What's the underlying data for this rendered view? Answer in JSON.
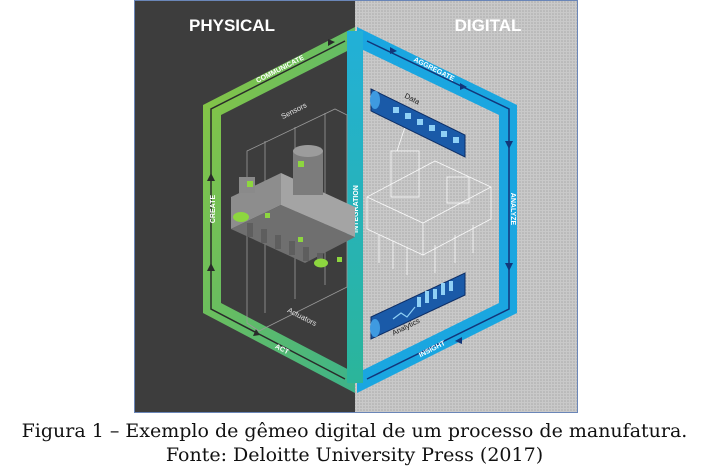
{
  "diagram": {
    "left_title": "PHYSICAL",
    "right_title": "DIGITAL",
    "labels": {
      "communicate": "COMMUNICATE",
      "aggregate": "AGGREGATE",
      "analyze": "ANALYZE",
      "insight": "INSIGHT",
      "act": "ACT",
      "create": "CREATE",
      "integration": "INTEGRATION",
      "sensors": "Sensors",
      "actuators": "Actuators",
      "data": "Data",
      "analytics": "Analytics"
    },
    "colors": {
      "physical_bg": "#3d3d3d",
      "digital_bg": "#c6c6c6",
      "green": "#7dc242",
      "blue": "#1aa6e0",
      "teal": "#26b5c4",
      "dark_blue": "#1a5aa8"
    }
  },
  "caption": {
    "line1": "Figura 1 – Exemplo de gêmeo digital de um processo de manufatura.",
    "line2": "Fonte: Deloitte University Press (2017)"
  }
}
